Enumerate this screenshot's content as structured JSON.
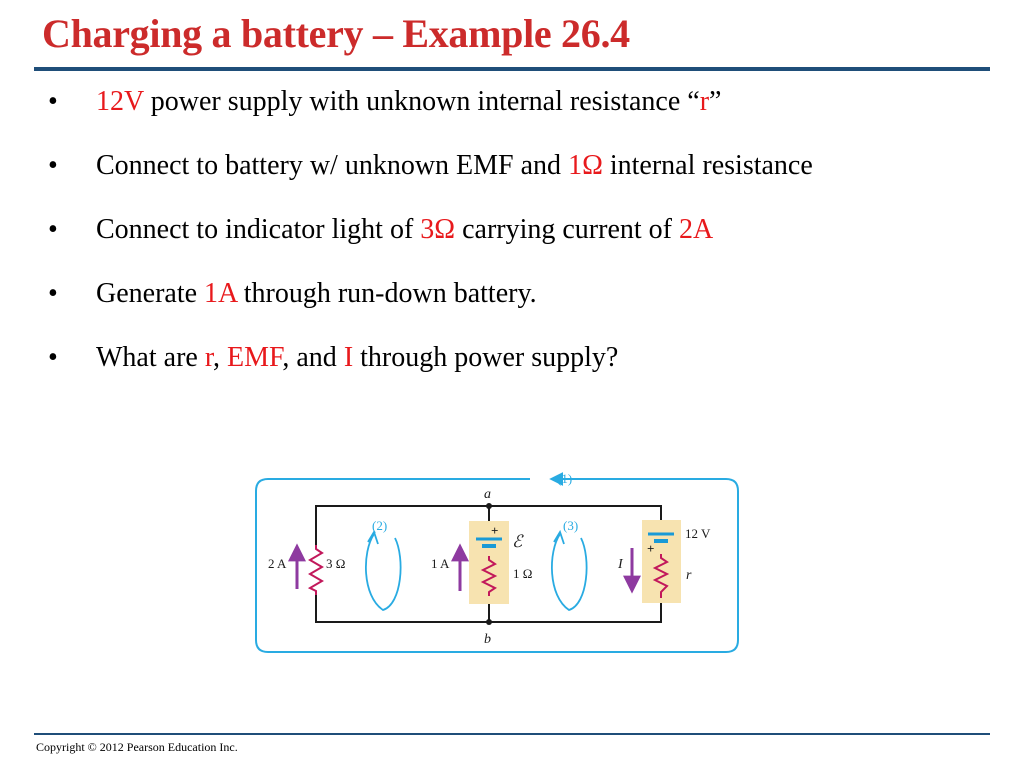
{
  "slide": {
    "title": "Charging a battery – Example 26.4",
    "bullet_char": "•",
    "bullets": [
      [
        "12V",
        " power supply with unknown internal resistance “",
        "r",
        "”"
      ],
      [
        "Connect to battery w/ unknown EMF and ",
        "1Ω",
        " internal resistance"
      ],
      [
        "Connect to indicator light of ",
        "3Ω",
        " carrying current of ",
        "2A"
      ],
      [
        "Generate ",
        "1A",
        " through run-down battery."
      ],
      [
        "What are ",
        "r",
        ", ",
        "EMF",
        ", and ",
        "I",
        " through power supply?"
      ]
    ],
    "copyright": "Copyright © 2012 Pearson Education Inc."
  },
  "diagram": {
    "node_a": "a",
    "node_b": "b",
    "loop1": "(1)",
    "loop2": "(2)",
    "loop3": "(3)",
    "branch1_current": "2 A",
    "branch1_resistance": "3 Ω",
    "branch2_current": "1 A",
    "branch2_emf": "ℰ",
    "branch2_resistance": "1 Ω",
    "branch3_current": "I",
    "branch3_voltage": "12 V",
    "branch3_resistance": "r",
    "plus_sign": "+"
  },
  "colors": {
    "title": "#cc2b2b",
    "highlight": "#e8191c",
    "rule": "#1f4e79",
    "loop": "#29abe2",
    "arrow": "#8e3aa0",
    "resistor": "#c2185b",
    "battery": "#1a9ad6",
    "battery_bg": "#f7e3b0"
  }
}
